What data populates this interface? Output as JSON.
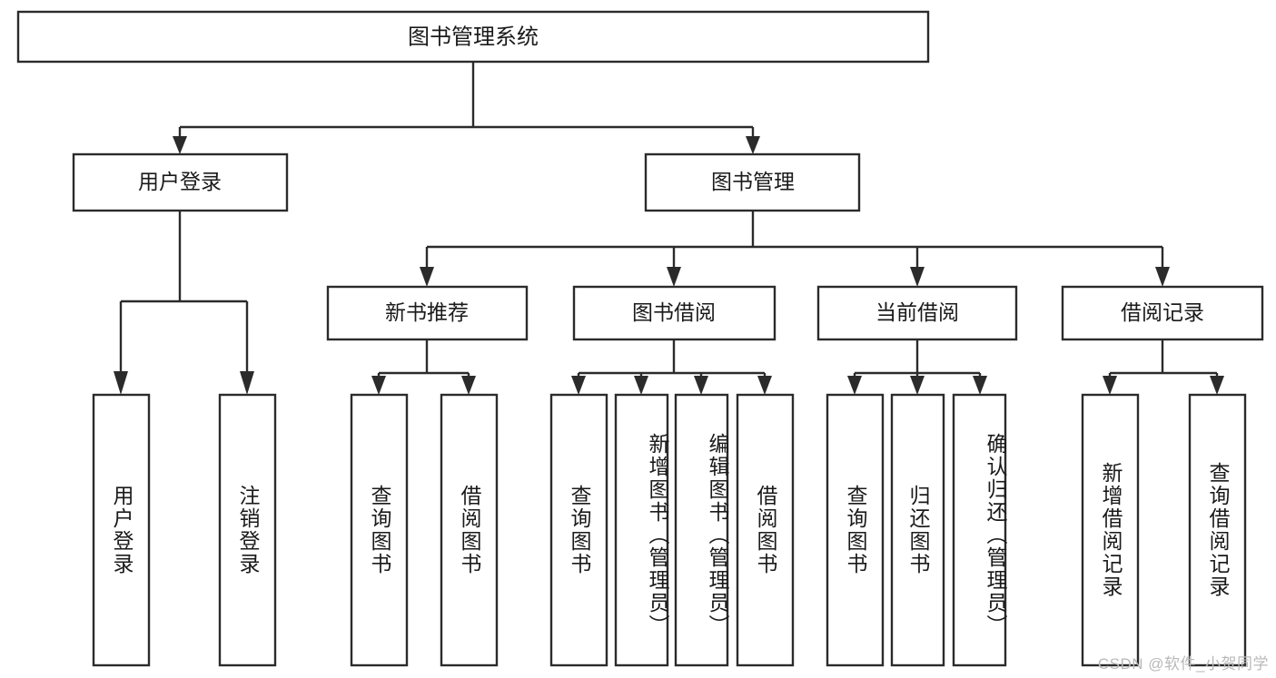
{
  "diagram": {
    "type": "tree-hierarchy",
    "title": "图书管理系统",
    "watermark": "CSDN @软件_小贺同学",
    "colors": {
      "background": "#ffffff",
      "stroke": "#2b2b2b",
      "text": "#1a1a1a",
      "watermark": "#b9b9b9"
    },
    "root": {
      "label": "图书管理系统",
      "level": 0
    },
    "level2": [
      {
        "label": "用户登录"
      },
      {
        "label": "图书管理"
      }
    ],
    "level3": [
      {
        "label": "新书推荐"
      },
      {
        "label": "图书借阅"
      },
      {
        "label": "当前借阅"
      },
      {
        "label": "借阅记录"
      }
    ],
    "leaves": {
      "user_login": [
        {
          "label": "用户登录"
        },
        {
          "label": "注销登录"
        }
      ],
      "new_book_recommend": [
        {
          "label": "查询图书"
        },
        {
          "label": "借阅图书"
        }
      ],
      "book_borrow": [
        {
          "label": "查询图书"
        },
        {
          "label": "新增图书（管理员）"
        },
        {
          "label": "编辑图书（管理员）"
        },
        {
          "label": "借阅图书"
        }
      ],
      "current_borrow": [
        {
          "label": "查询图书"
        },
        {
          "label": "归还图书"
        },
        {
          "label": "确认归还（管理员）"
        }
      ],
      "borrow_records": [
        {
          "label": "新增借阅记录"
        },
        {
          "label": "查询借阅记录"
        }
      ]
    }
  }
}
